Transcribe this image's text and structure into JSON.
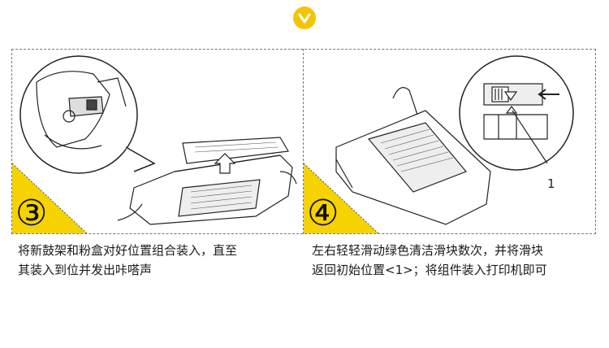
{
  "header": {
    "badge_icon": "chevron-down-icon",
    "badge_color": "#f5c400"
  },
  "steps": [
    {
      "number": "③",
      "caption": "将新鼓架和粉盒对好位置组合装入，直至\n其装入到位并发出咔嗒声",
      "illustration_icon": "drum-toner-assembly-icon"
    },
    {
      "number": "④",
      "caption": "左右轻轻滑动绿色清洁滑块数次，并将滑块\n返回初始位置<1>；将组件装入打印机即可",
      "illustration_icon": "cleaning-slider-icon",
      "callout_label": "1"
    }
  ],
  "accent_color": "#f5d200"
}
